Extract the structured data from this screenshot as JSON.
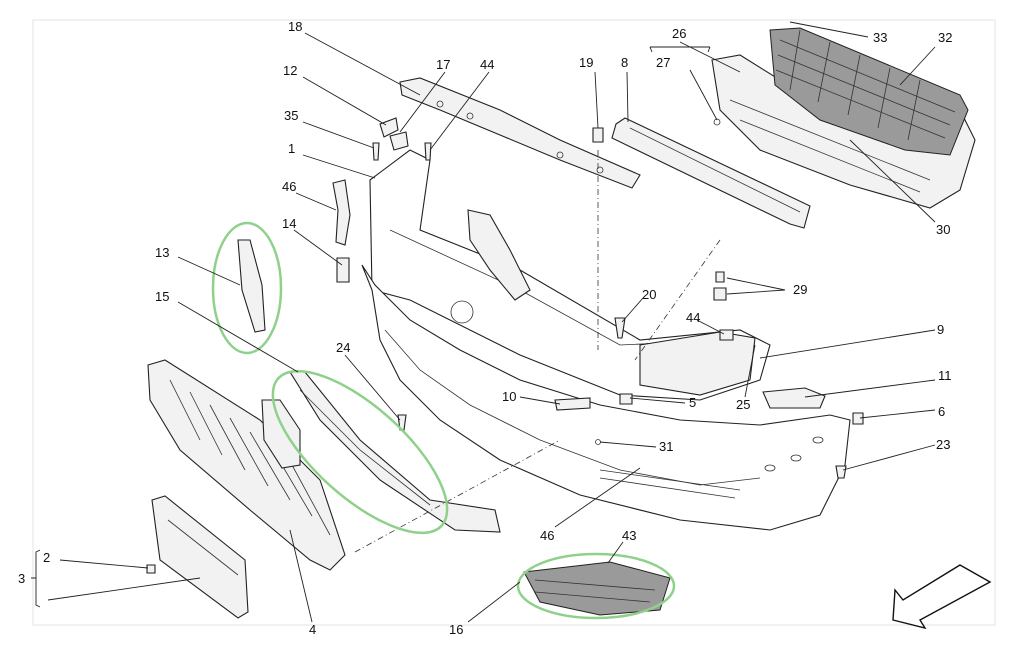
{
  "diagram": {
    "highlight_color": "#8fd18a",
    "labels": [
      {
        "id": "1",
        "text": "1"
      },
      {
        "id": "2",
        "text": "2"
      },
      {
        "id": "3",
        "text": "3"
      },
      {
        "id": "4",
        "text": "4"
      },
      {
        "id": "5",
        "text": "5"
      },
      {
        "id": "6",
        "text": "6"
      },
      {
        "id": "8",
        "text": "8"
      },
      {
        "id": "9",
        "text": "9"
      },
      {
        "id": "10",
        "text": "10"
      },
      {
        "id": "11",
        "text": "11"
      },
      {
        "id": "12",
        "text": "12"
      },
      {
        "id": "13",
        "text": "13"
      },
      {
        "id": "14",
        "text": "14"
      },
      {
        "id": "15",
        "text": "15"
      },
      {
        "id": "16",
        "text": "16"
      },
      {
        "id": "17",
        "text": "17"
      },
      {
        "id": "18",
        "text": "18"
      },
      {
        "id": "19",
        "text": "19"
      },
      {
        "id": "20",
        "text": "20"
      },
      {
        "id": "23",
        "text": "23"
      },
      {
        "id": "24",
        "text": "24"
      },
      {
        "id": "25",
        "text": "25"
      },
      {
        "id": "26",
        "text": "26"
      },
      {
        "id": "27",
        "text": "27"
      },
      {
        "id": "29",
        "text": "29"
      },
      {
        "id": "30",
        "text": "30"
      },
      {
        "id": "31",
        "text": "31"
      },
      {
        "id": "32",
        "text": "32"
      },
      {
        "id": "33",
        "text": "33"
      },
      {
        "id": "35",
        "text": "35"
      },
      {
        "id": "43",
        "text": "43"
      },
      {
        "id": "44a",
        "text": "44"
      },
      {
        "id": "44b",
        "text": "44"
      },
      {
        "id": "46a",
        "text": "46"
      },
      {
        "id": "46b",
        "text": "46"
      }
    ]
  }
}
